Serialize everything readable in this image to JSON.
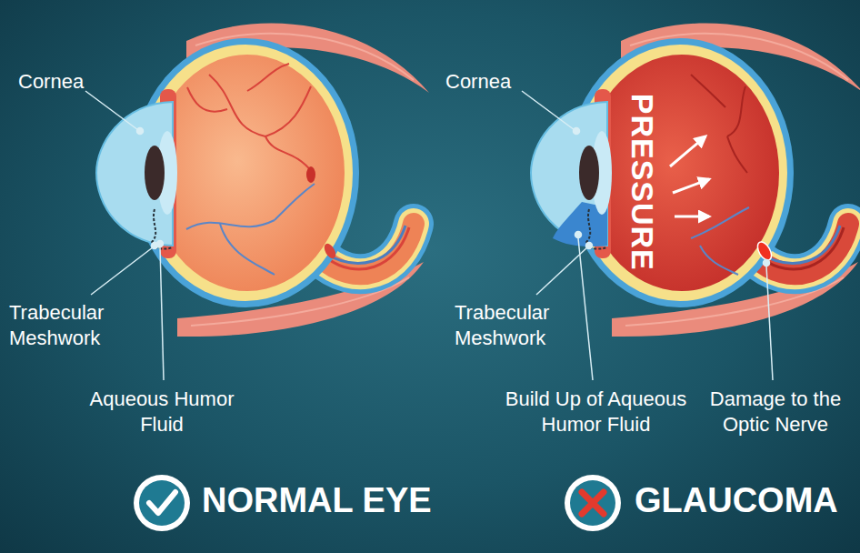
{
  "diagram": {
    "labels": [
      "Cornea",
      "Trabecular Meshwork",
      "Aqueous Humor Fluid",
      "NORMAL EYE",
      "Cornea",
      "PRESSURE",
      "Trabecular Meshwork",
      "Build Up of Aqueous Humor Fluid",
      "Damage to the Optic Nerve",
      "GLAUCOMA"
    ]
  }
}
